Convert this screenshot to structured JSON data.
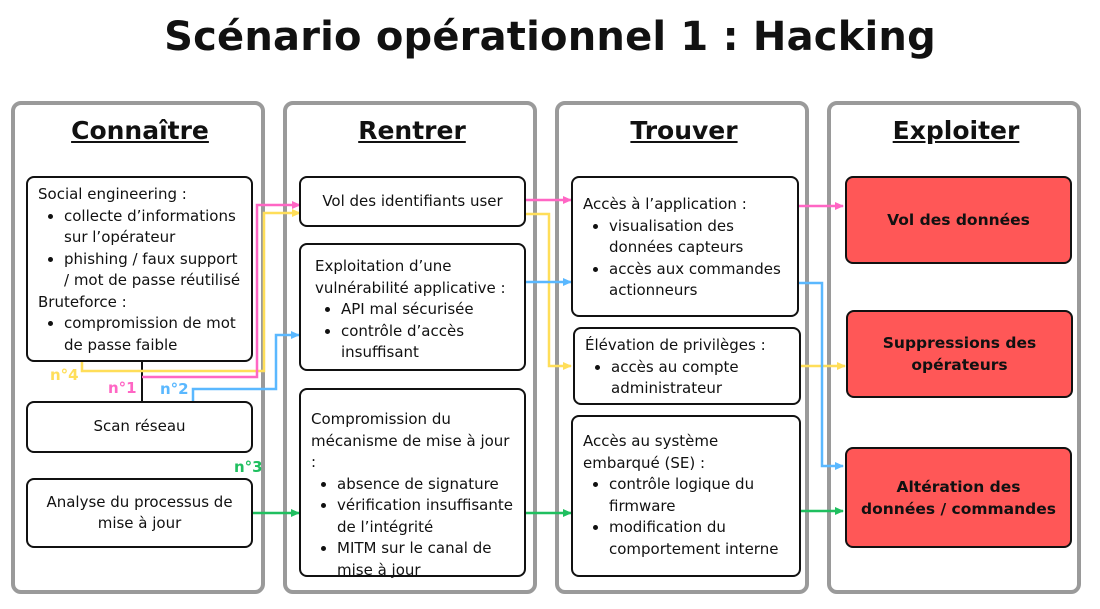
{
  "title": "Scénario opérationnel 1 : Hacking",
  "columns": [
    "Connaître",
    "Rentrer",
    "Trouver",
    "Exploiter"
  ],
  "connaitre": {
    "social": {
      "heading": "Social engineering :",
      "items": [
        "collecte d’informations sur l’opérateur",
        "phishing / faux support / mot de passe réutilisé"
      ],
      "heading2": "Bruteforce  :",
      "items2": [
        "compromission de mot de passe faible"
      ]
    },
    "scan": "Scan réseau",
    "analyse": "Analyse du processus de mise à jour"
  },
  "rentrer": {
    "vol": "Vol des identifiants user",
    "exploitation": {
      "heading": "Exploitation d’une vulnérabilité applicative :",
      "items": [
        "API mal sécurisée",
        "contrôle d’accès insuffisant"
      ]
    },
    "compromission": {
      "heading": "Compromission du mécanisme de mise à jour :",
      "items": [
        "absence de signature",
        "vérification insuffisante de l’intégrité",
        "MITM sur le canal de mise à jour"
      ]
    }
  },
  "trouver": {
    "acces_app": {
      "heading": "Accès à l’application :",
      "items": [
        "visualisation des données capteurs",
        "accès aux commandes actionneurs"
      ]
    },
    "elevation": {
      "heading": "Élévation de privilèges :",
      "items": [
        "accès au compte administrateur"
      ]
    },
    "acces_se": {
      "heading": "Accès au système embarqué (SE) :",
      "items": [
        "contrôle logique du firmware",
        "modification du comportement interne"
      ]
    }
  },
  "exploiter": {
    "vol": "Vol des données",
    "suppression": "Suppressions des opérateurs",
    "alteration": "Altération des données / commandes"
  },
  "paths": {
    "n1": "n°1",
    "n2": "n°2",
    "n3": "n°3",
    "n4": "n°4"
  },
  "colors": {
    "n1": "#ff66c4",
    "n2": "#5ab8ff",
    "n3": "#1fbf5f",
    "n4": "#ffde59",
    "target": "#ff5757",
    "column_border": "#9a9a9a"
  }
}
